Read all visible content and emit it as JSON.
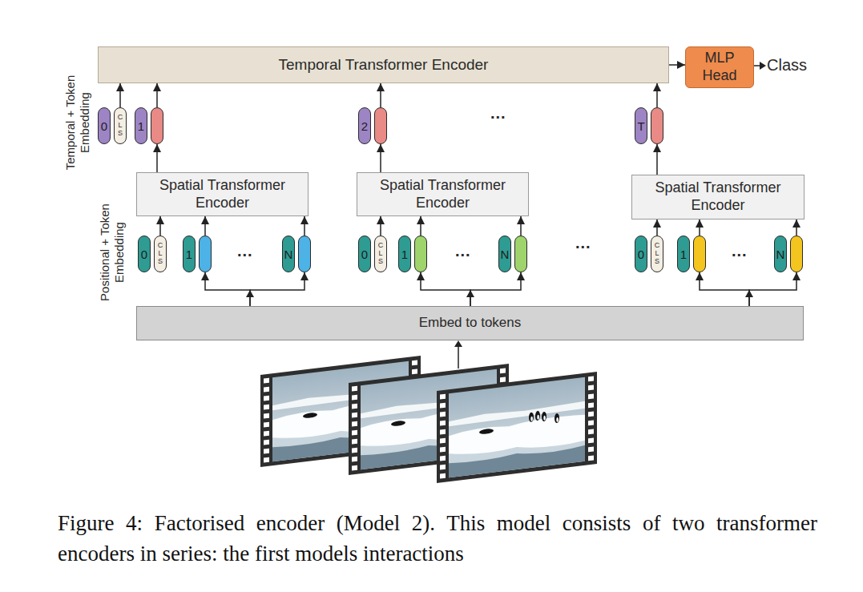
{
  "diagram": {
    "caption": "Figure 4: Factorised encoder (Model 2). This model consists of two transformer encoders in series: the first models interactions",
    "nodes": [
      {
        "text": [
          "Temporal Transformer Encoder"
        ]
      },
      {
        "text": [
          "MLP Head"
        ]
      },
      {
        "text": [
          "0",
          "CLS"
        ]
      },
      {
        "text": [
          "1"
        ]
      },
      {
        "text": [
          "2"
        ]
      },
      {
        "text": [
          "T"
        ]
      },
      {
        "text": [
          "Spatial Transformer Encoder"
        ]
      },
      {
        "text": [
          "Spatial Transformer Encoder"
        ]
      },
      {
        "text": [
          "Spatial Transformer Encoder"
        ]
      },
      {
        "text": [
          "0",
          "CLS"
        ]
      },
      {
        "text": [
          "1"
        ]
      },
      {
        "text": [
          "N"
        ]
      },
      {
        "text": [
          "0",
          "CLS"
        ]
      },
      {
        "text": [
          "1"
        ]
      },
      {
        "text": [
          "N"
        ]
      },
      {
        "text": [
          "0",
          "CLS"
        ]
      },
      {
        "text": [
          "1"
        ]
      },
      {
        "text": [
          "N"
        ]
      },
      {
        "text": [
          "Embed to tokens"
        ]
      }
    ],
    "edges": [
      {
        "from": 0,
        "to": 1,
        "arrow": "to"
      },
      {
        "from": 2,
        "to": 0,
        "arrow": "to"
      },
      {
        "from": 3,
        "to": 0,
        "arrow": "to"
      },
      {
        "from": 4,
        "to": 0,
        "arrow": "to"
      },
      {
        "from": 5,
        "to": 0,
        "arrow": "to"
      },
      {
        "from": 6,
        "to": 3,
        "arrow": "to"
      },
      {
        "from": 7,
        "to": 4,
        "arrow": "to"
      },
      {
        "from": 8,
        "to": 5,
        "arrow": "to"
      },
      {
        "from": 9,
        "to": 6,
        "arrow": "to"
      },
      {
        "from": 10,
        "to": 6,
        "arrow": "to"
      },
      {
        "from": 11,
        "to": 6,
        "arrow": "to"
      },
      {
        "from": 12,
        "to": 7,
        "arrow": "to"
      },
      {
        "from": 13,
        "to": 7,
        "arrow": "to"
      },
      {
        "from": 14,
        "to": 7,
        "arrow": "to"
      },
      {
        "from": 15,
        "to": 8,
        "arrow": "to"
      },
      {
        "from": 16,
        "to": 8,
        "arrow": "to"
      },
      {
        "from": 17,
        "to": 8,
        "arrow": "to"
      },
      {
        "from": 18,
        "to": 10,
        "arrow": "to"
      },
      {
        "from": 18,
        "to": 11,
        "arrow": "to"
      },
      {
        "from": 18,
        "to": 13,
        "arrow": "to"
      },
      {
        "from": 18,
        "to": 14,
        "arrow": "to"
      },
      {
        "from": 18,
        "to": 16,
        "arrow": "to"
      },
      {
        "from": 18,
        "to": 17,
        "arrow": "to"
      }
    ],
    "labels": [
      "Class",
      "Temporal + Token Embedding",
      "...",
      "Positional + Token Embedding",
      "...",
      "...",
      "...",
      "..."
    ]
  }
}
